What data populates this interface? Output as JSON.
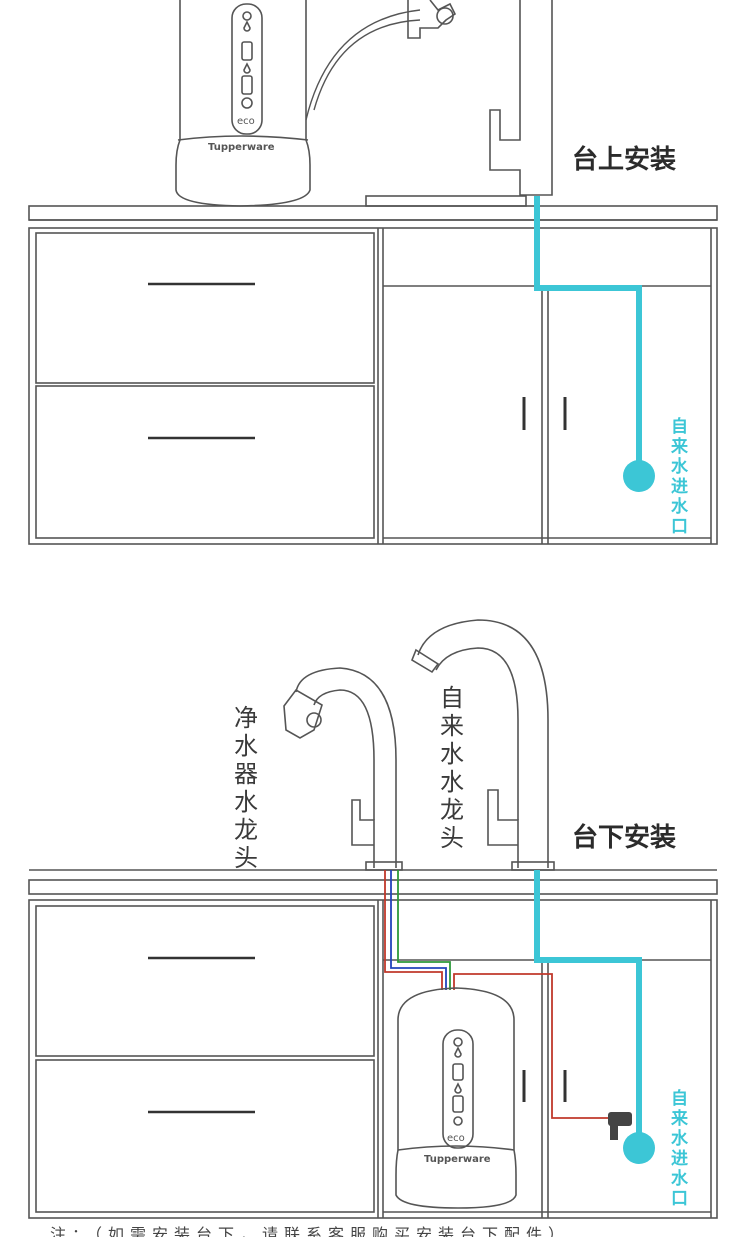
{
  "sections": [
    {
      "title": "台上安装",
      "inlet_label": "自来水进水口",
      "unit_brand": "Tupperware",
      "unit_eco": "eco"
    },
    {
      "title": "台下安装",
      "purifier_faucet_label": "净水器水龙头",
      "tap_faucet_label": "自来水水龙头",
      "inlet_label": "自来水进水口",
      "unit_brand": "Tupperware",
      "unit_eco": "eco"
    }
  ],
  "footnote": "注：（如需安装台下，请联系客服购买安装台下配件）",
  "colors": {
    "water_line": "#3cc6d6",
    "red_pipe": "#c0392b",
    "blue_pipe": "#2244bb",
    "green_pipe": "#2e9a3a",
    "outline": "#555555"
  }
}
